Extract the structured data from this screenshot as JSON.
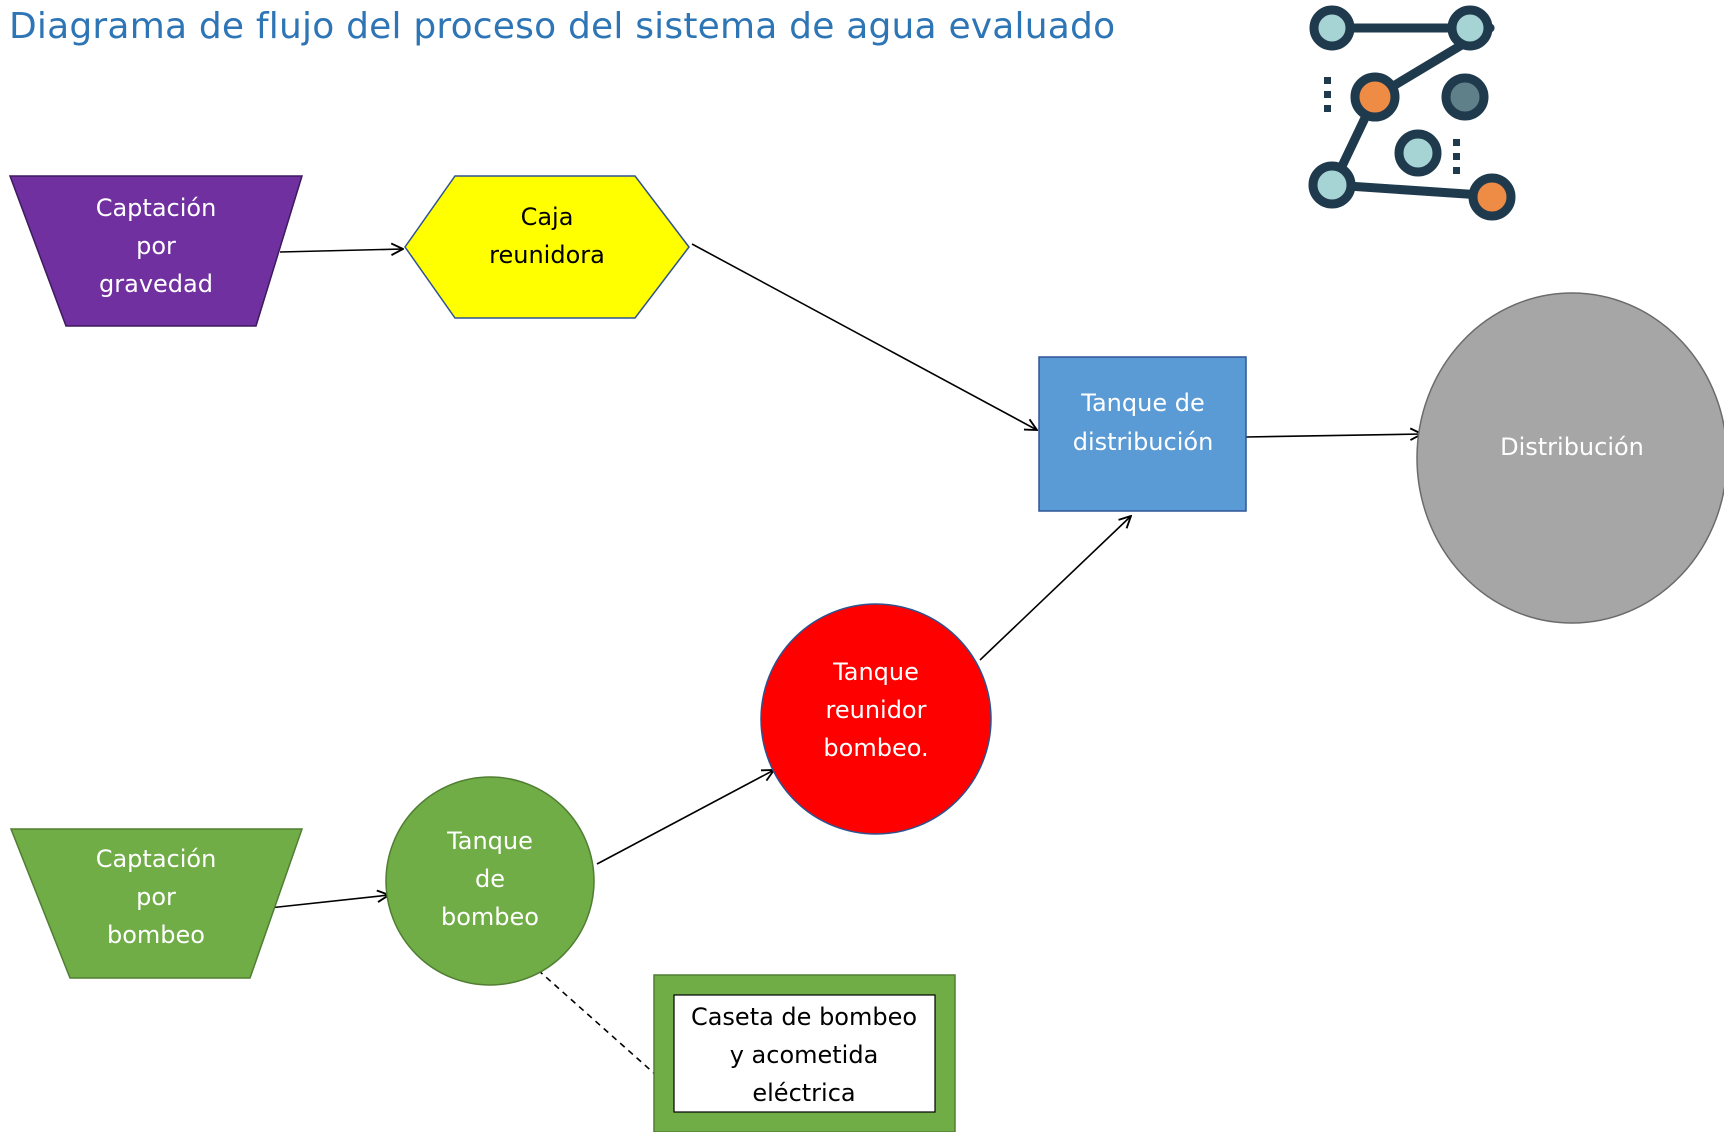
{
  "title": "Diagrama de flujo del proceso del sistema de agua evaluado",
  "colors": {
    "title": "#2e75b6",
    "gravity_intake": "#7030a0",
    "collector_box": "#ffff00",
    "distribution_tank": "#5b9bd5",
    "distribution": "#a6a6a6",
    "pumping_collector_tank": "#ff0000",
    "pumping_green": "#70ad47",
    "logo_dark": "#1f3a4d",
    "logo_light": "#a6d3d4",
    "logo_orange": "#ee8b44",
    "logo_slate": "#5f7f89"
  },
  "logo": {
    "icon": "node-network-icon"
  },
  "nodes": {
    "gravity_intake": {
      "lines": [
        "Captación",
        "por",
        "gravedad"
      ]
    },
    "collector_box": {
      "lines": [
        "Caja",
        "reunidora"
      ]
    },
    "distribution_tank": {
      "lines": [
        "Tanque de",
        "distribución"
      ]
    },
    "distribution": {
      "lines": [
        "Distribución"
      ]
    },
    "pumping_collector_tank": {
      "lines": [
        "Tanque",
        "reunidor",
        "bombeo."
      ]
    },
    "pump_intake": {
      "lines": [
        "Captación",
        "por",
        "bombeo"
      ]
    },
    "pump_tank": {
      "lines": [
        "Tanque",
        "de",
        "bombeo"
      ]
    },
    "pump_house": {
      "lines": [
        "Caseta de bombeo",
        "y acometida",
        "eléctrica"
      ]
    }
  }
}
